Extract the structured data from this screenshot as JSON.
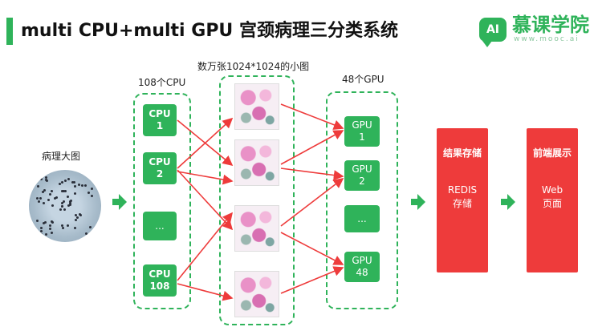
{
  "title": "multi CPU+multi GPU 宫颈病理三分类系统",
  "logo": {
    "badge": "AI",
    "name": "慕课学院",
    "url": "www.mooc.ai"
  },
  "input": {
    "label": "病理大图"
  },
  "cpu": {
    "label": "108个CPU",
    "nodes": [
      "CPU\n1",
      "CPU\n2",
      "...",
      "CPU\n108"
    ]
  },
  "tiles": {
    "label": "数万张1024*1024的小图"
  },
  "gpu": {
    "label": "48个GPU",
    "nodes": [
      "GPU\n1",
      "GPU\n2",
      "...",
      "GPU\n48"
    ]
  },
  "storage": {
    "title": "结果存储",
    "body": "REDIS\n存储"
  },
  "frontend": {
    "title": "前端展示",
    "body": "Web\n页面"
  },
  "colors": {
    "accent": "#2fb35a",
    "arrow_red": "#ee3b3b",
    "box_red": "#ee3b3b"
  }
}
